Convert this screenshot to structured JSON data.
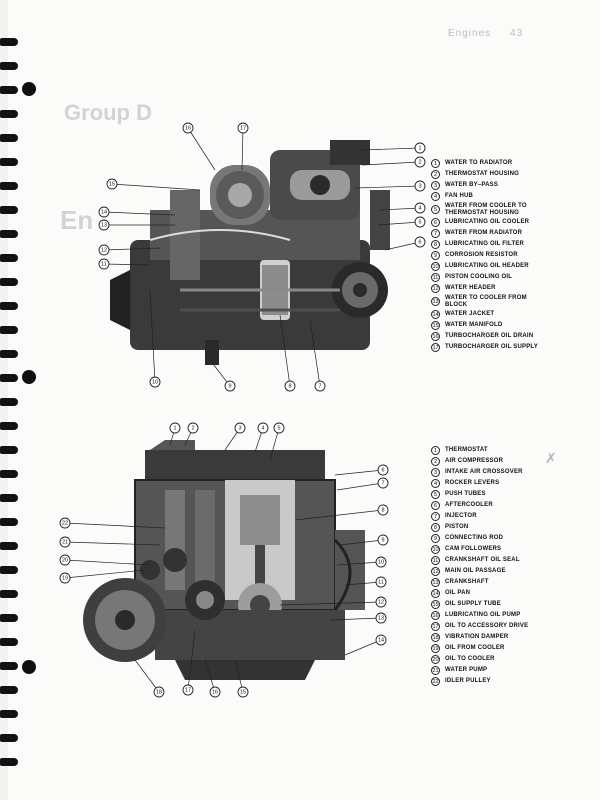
{
  "header": {
    "page_marker": "Engines",
    "page_number": "43"
  },
  "ghost_text": {
    "group_heading": "Group D",
    "section_heading": "En"
  },
  "figure_top": {
    "legend": [
      {
        "num": "1",
        "label": "WATER TO RADIATOR"
      },
      {
        "num": "2",
        "label": "THERMOSTAT HOUSING"
      },
      {
        "num": "3",
        "label": "WATER BY–PASS"
      },
      {
        "num": "4",
        "label": "FAN HUB"
      },
      {
        "num": "5",
        "label": "WATER FROM COOLER TO THERMOSTAT HOUSING"
      },
      {
        "num": "6",
        "label": "LUBRICATING OIL COOLER"
      },
      {
        "num": "7",
        "label": "WATER FROM RADIATOR"
      },
      {
        "num": "8",
        "label": "LUBRICATING OIL FILTER"
      },
      {
        "num": "9",
        "label": "CORROSION RESISTOR"
      },
      {
        "num": "10",
        "label": "LUBRICATING OIL HEADER"
      },
      {
        "num": "11",
        "label": "PISTON COOLING OIL"
      },
      {
        "num": "12",
        "label": "WATER HEADER"
      },
      {
        "num": "13",
        "label": "WATER TO COOLER FROM BLOCK"
      },
      {
        "num": "14",
        "label": "WATER JACKET"
      },
      {
        "num": "15",
        "label": "WATER MANIFOLD"
      },
      {
        "num": "16",
        "label": "TURBOCHARGER OIL DRAIN"
      },
      {
        "num": "17",
        "label": "TURBOCHARGER OIL SUPPLY"
      }
    ],
    "callouts": [
      "1",
      "2",
      "3",
      "4",
      "5",
      "6",
      "7",
      "8",
      "9",
      "10",
      "11",
      "12",
      "13",
      "14",
      "15",
      "16",
      "17"
    ]
  },
  "figure_bottom": {
    "legend": [
      {
        "num": "1",
        "label": "THERMOSTAT"
      },
      {
        "num": "2",
        "label": "AIR COMPRESSOR"
      },
      {
        "num": "3",
        "label": "INTAKE AIR CROSSOVER"
      },
      {
        "num": "4",
        "label": "ROCKER LEVERS"
      },
      {
        "num": "5",
        "label": "PUSH TUBES"
      },
      {
        "num": "6",
        "label": "AFTERCOOLER"
      },
      {
        "num": "7",
        "label": "INJECTOR"
      },
      {
        "num": "8",
        "label": "PISTON"
      },
      {
        "num": "9",
        "label": "CONNECTING ROD"
      },
      {
        "num": "10",
        "label": "CAM FOLLOWERS"
      },
      {
        "num": "11",
        "label": "CRANKSHAFT OIL SEAL"
      },
      {
        "num": "12",
        "label": "MAIN OIL PASSAGE"
      },
      {
        "num": "13",
        "label": "CRANKSHAFT"
      },
      {
        "num": "14",
        "label": "OIL PAN"
      },
      {
        "num": "15",
        "label": "OIL SUPPLY TUBE"
      },
      {
        "num": "16",
        "label": "LUBRICATING OIL PUMP"
      },
      {
        "num": "17",
        "label": "OIL TO ACCESSORY DRIVE"
      },
      {
        "num": "18",
        "label": "VIBRATION DAMPER"
      },
      {
        "num": "19",
        "label": "OIL FROM COOLER"
      },
      {
        "num": "20",
        "label": "OIL TO COOLER"
      },
      {
        "num": "21",
        "label": "WATER PUMP"
      },
      {
        "num": "22",
        "label": "IDLER PULLEY"
      }
    ],
    "callouts": [
      "1",
      "2",
      "3",
      "4",
      "5",
      "6",
      "7",
      "8",
      "9",
      "10",
      "11",
      "12",
      "13",
      "14",
      "15",
      "16",
      "17",
      "18",
      "19",
      "20",
      "21",
      "22"
    ]
  },
  "colors": {
    "paper": "#fbfbfa",
    "ink": "#111111",
    "engine_dark": "#2a2a2a",
    "engine_mid": "#6e6e6e",
    "engine_light": "#b9b9b9",
    "binding": "#121212"
  }
}
